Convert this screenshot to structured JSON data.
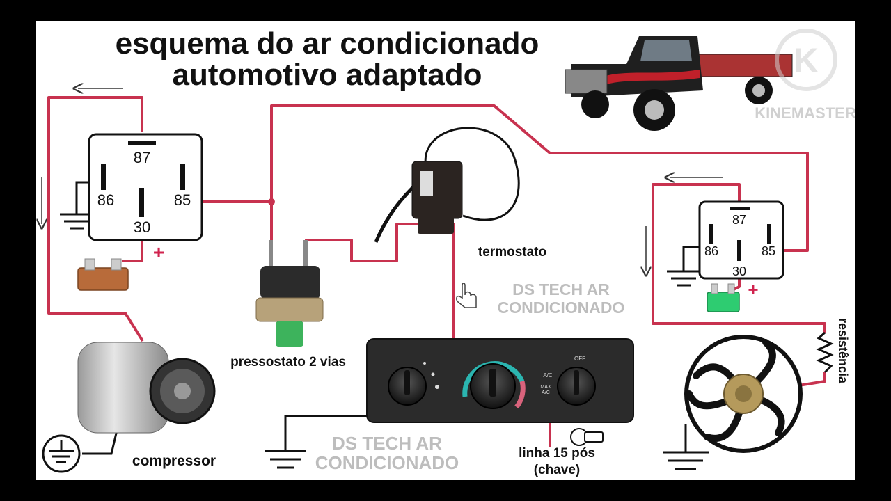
{
  "title": {
    "line1": "esquema do ar condicionado",
    "line2": "automotivo adaptado"
  },
  "relay_left": {
    "pin87": "87",
    "pin86": "86",
    "pin85": "85",
    "pin30": "30",
    "plus": "+"
  },
  "relay_right": {
    "pin87": "87",
    "pin86": "86",
    "pin85": "85",
    "pin30": "30",
    "plus": "+"
  },
  "labels": {
    "termostato": "termostato",
    "pressostato": "pressostato 2 vias",
    "compressor": "compressor",
    "resistencia": "resistência",
    "linha15_line1": "linha 15 pós",
    "linha15_line2": "(chave)",
    "watermark_mid_1": "DS TECH AR",
    "watermark_mid_2": "CONDICIONADO",
    "watermark_bottom_1": "DS TECH AR",
    "watermark_bottom_2": "CONDICIONADO",
    "kinemaster": "KINEMASTER"
  },
  "panel": {
    "off": "OFF",
    "ac": "A/C",
    "max_ac_1": "MAX",
    "max_ac_2": "A/C"
  },
  "colors": {
    "wire": "#c8324f",
    "panel": "#2b2b2b",
    "fuse_left": "#b86b3a",
    "fuse_right": "#2ecc71"
  }
}
